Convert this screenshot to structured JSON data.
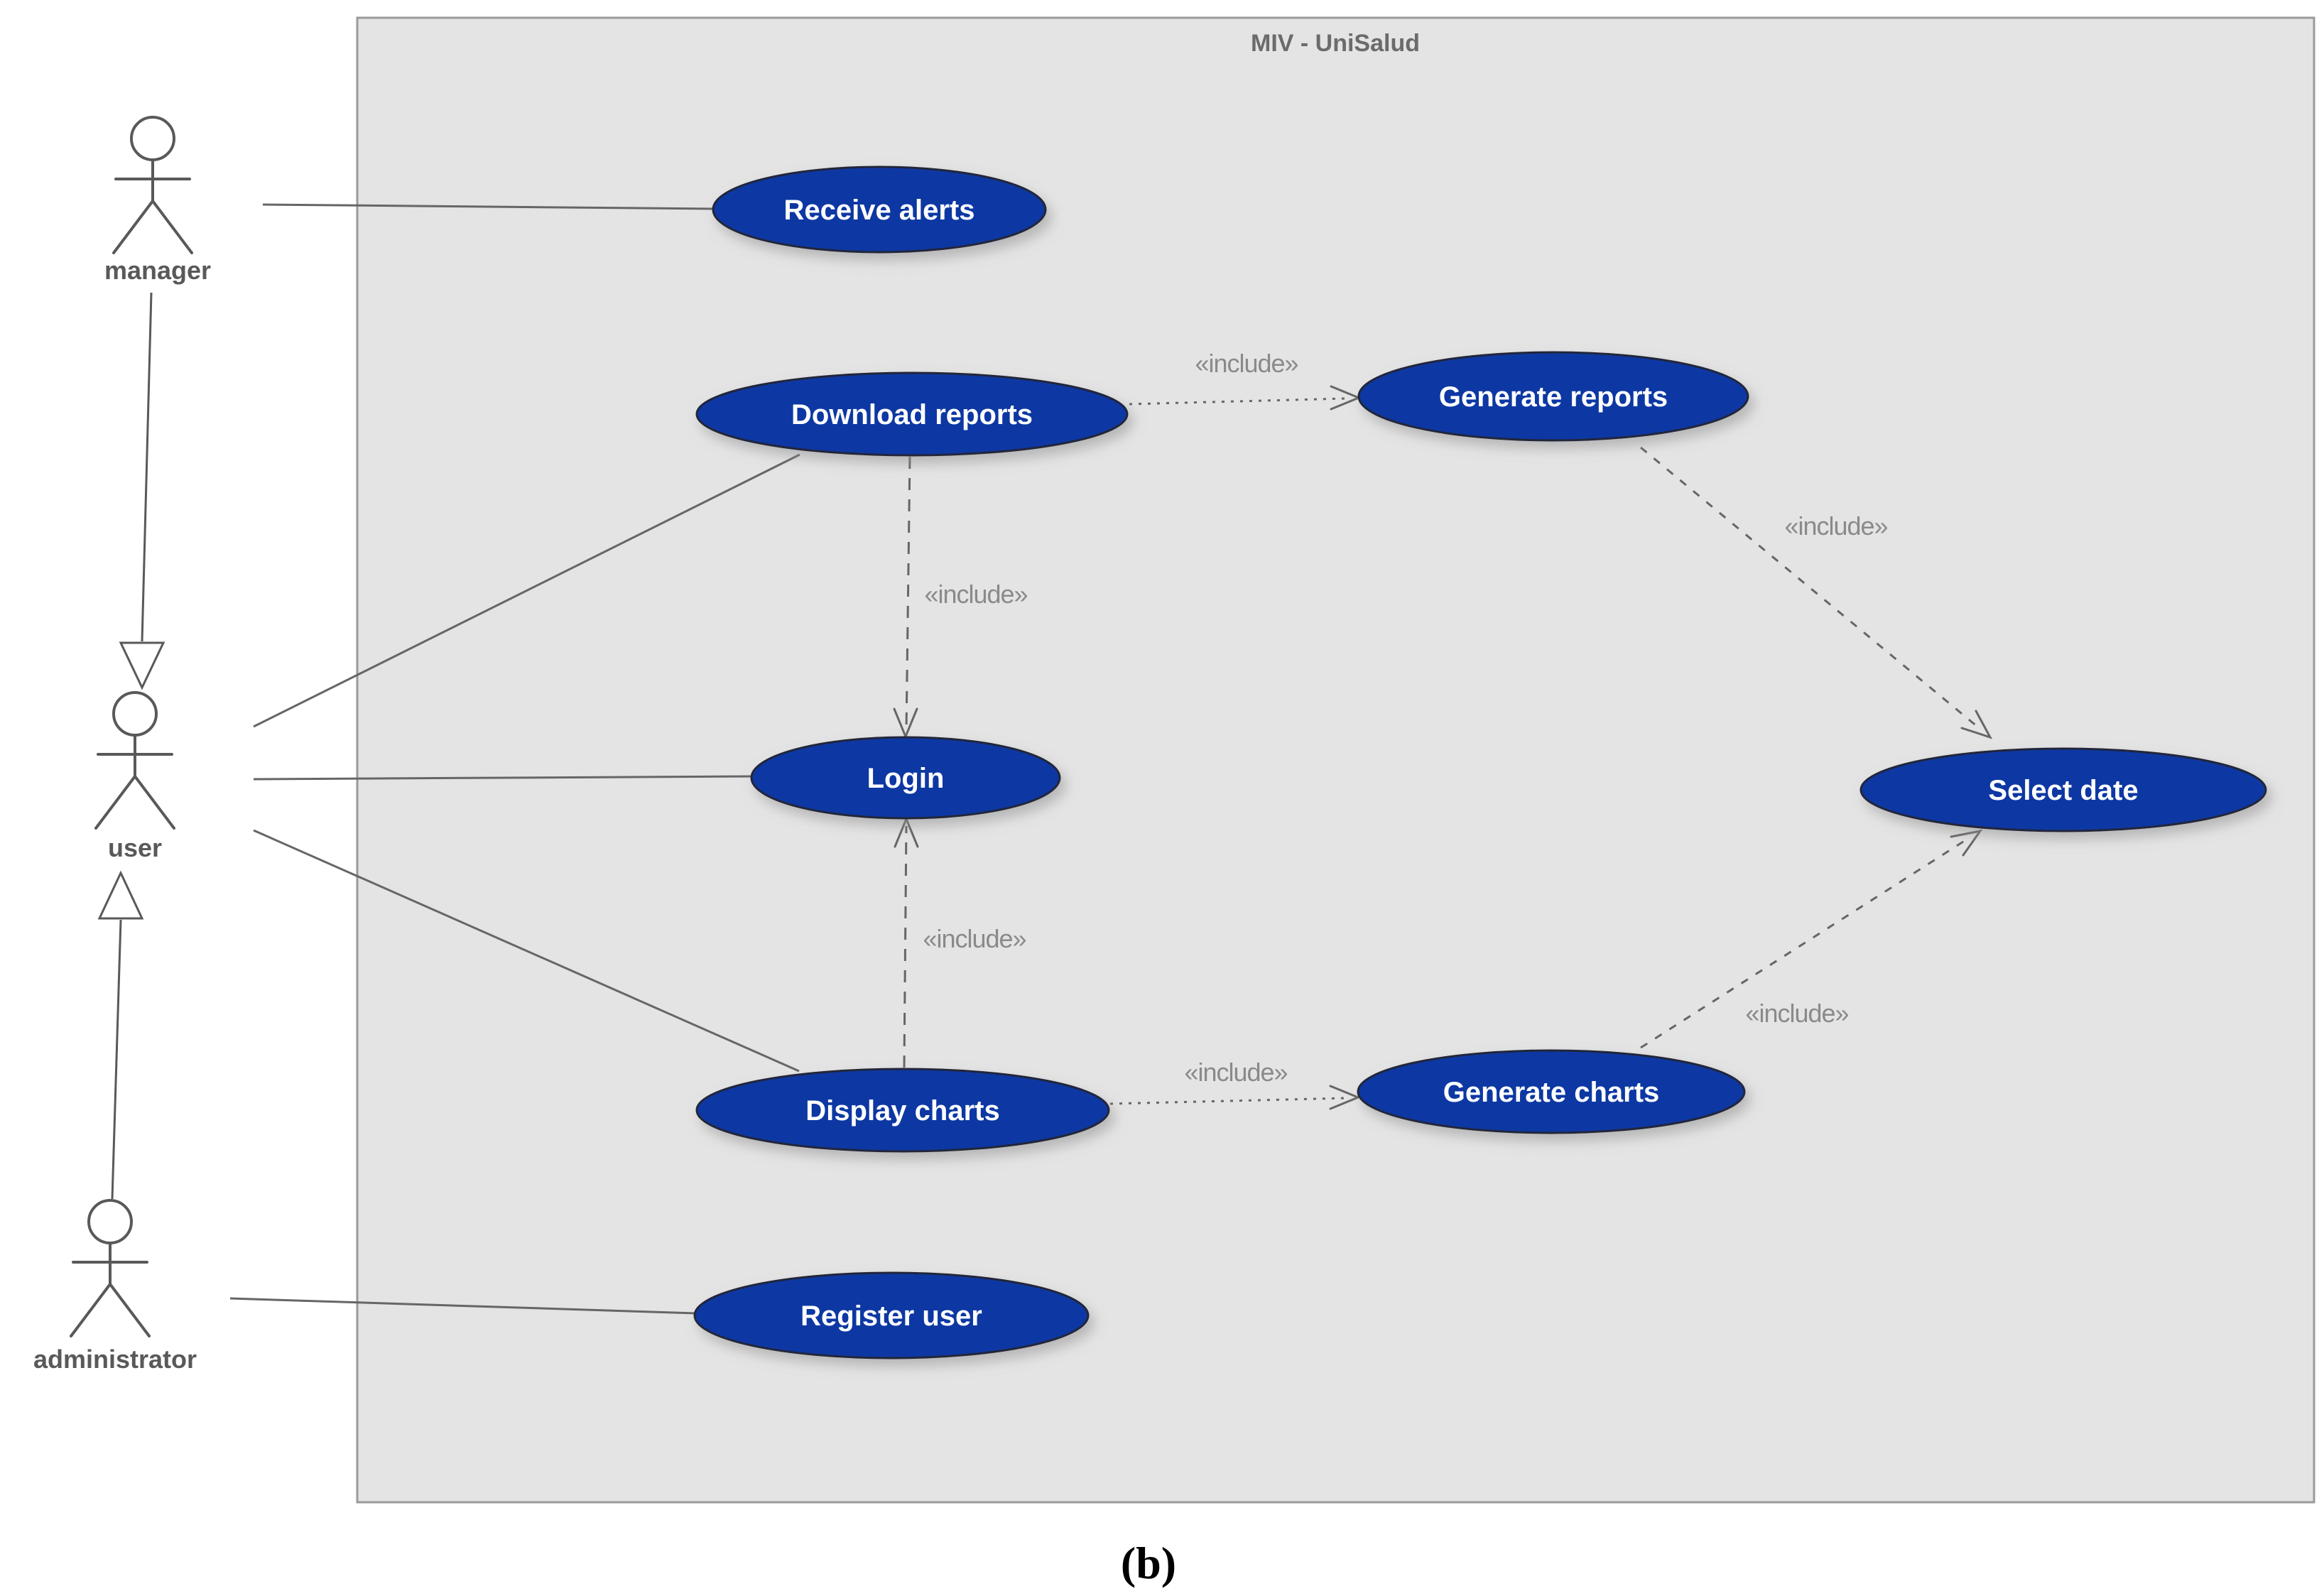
{
  "diagram": {
    "title": "MIV - UniSalud",
    "caption": "(b)",
    "include_label": "«include»",
    "actors": [
      {
        "name": "manager"
      },
      {
        "name": "user"
      },
      {
        "name": "administrator"
      }
    ],
    "use_cases": [
      {
        "label": "Receive alerts"
      },
      {
        "label": "Download reports"
      },
      {
        "label": "Generate reports"
      },
      {
        "label": "Login"
      },
      {
        "label": "Select date"
      },
      {
        "label": "Display charts"
      },
      {
        "label": "Generate charts"
      },
      {
        "label": "Register user"
      }
    ],
    "relationships": {
      "associations": [
        {
          "from": "manager",
          "to": "Receive alerts"
        },
        {
          "from": "user",
          "to": "Download reports"
        },
        {
          "from": "user",
          "to": "Login"
        },
        {
          "from": "user",
          "to": "Display charts"
        },
        {
          "from": "administrator",
          "to": "Register user"
        }
      ],
      "includes": [
        {
          "from": "Download reports",
          "to": "Generate reports"
        },
        {
          "from": "Download reports",
          "to": "Login"
        },
        {
          "from": "Display charts",
          "to": "Login"
        },
        {
          "from": "Display charts",
          "to": "Generate charts"
        },
        {
          "from": "Generate reports",
          "to": "Select date"
        },
        {
          "from": "Generate charts",
          "to": "Select date"
        }
      ],
      "generalizations": [
        {
          "from": "manager",
          "to": "user"
        },
        {
          "from": "administrator",
          "to": "user"
        }
      ]
    },
    "colors": {
      "use_case_fill": "#0e39a3",
      "use_case_border": "#20263a",
      "use_case_text": "#ffffff",
      "boundary_fill": "#e4e4e4",
      "boundary_border": "#9a9a9a",
      "line": "#666666",
      "include_text": "#8a8a8a",
      "actor": "#595959",
      "title_text": "#6b6b6b"
    }
  }
}
